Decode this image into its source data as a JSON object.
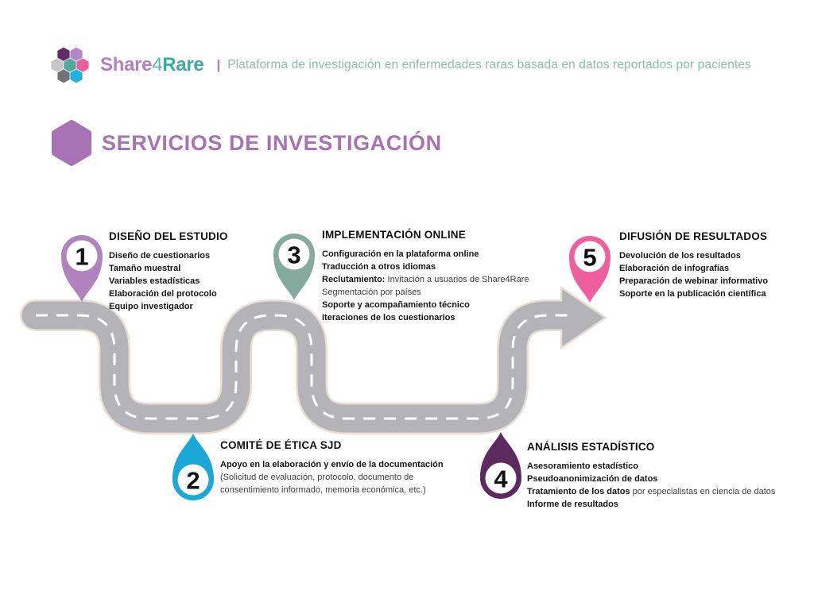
{
  "header": {
    "brand": {
      "share": "Share",
      "four": "4",
      "rare": "Rare"
    },
    "divider": "|",
    "tagline": "Plataforma de investigación en enfermedades raras basada en datos reportados por pacientes"
  },
  "page": {
    "title": "SERVICIOS DE INVESTIGACIÓN"
  },
  "logo": {
    "hexagons": [
      "#5e2d66",
      "#b287c7",
      "#c8c5c9",
      "#53a89b",
      "#ea5f9e",
      "#747077",
      "#25b2d9"
    ],
    "hexagon_names": [
      "dark-purple",
      "light-purple",
      "light-gray",
      "teal",
      "pink",
      "dark-gray",
      "cyan"
    ]
  },
  "colors": {
    "title_hexagon": "#a873b5",
    "page_title": "#a873b5",
    "road_fill": "#b4b3b7",
    "road_outline": "#e7ded4",
    "road_dashes": "#ffffff"
  },
  "steps": [
    {
      "number": "1",
      "color": "#b083bf",
      "direction": "down",
      "title": "DISEÑO DEL ESTUDIO",
      "items": [
        [
          {
            "t": "Diseño de cuestionarios",
            "b": true
          }
        ],
        [
          {
            "t": "Tamaño muestral",
            "b": true
          }
        ],
        [
          {
            "t": "Variables estadísticas",
            "b": true
          }
        ],
        [
          {
            "t": "Elaboración del protocolo",
            "b": true
          }
        ],
        [
          {
            "t": "Equipo investigador",
            "b": true
          }
        ]
      ]
    },
    {
      "number": "2",
      "color": "#1ba8d6",
      "direction": "up",
      "title": "COMITÉ DE ÉTICA SJD",
      "items": [
        [
          {
            "t": "Apoyo en la elaboración y envío de la documentación",
            "b": true
          }
        ],
        [
          {
            "t": "(Solicitud de evaluación, protocolo, documento de consentimiento informado, memoria económica, etc.)",
            "b": false
          }
        ]
      ]
    },
    {
      "number": "3",
      "color": "#85aa9e",
      "direction": "down",
      "title": "IMPLEMENTACIÓN ONLINE",
      "items": [
        [
          {
            "t": "Configuración en la plataforma online",
            "b": true
          }
        ],
        [
          {
            "t": "Traducción a otros idiomas",
            "b": true
          }
        ],
        [
          {
            "t": "Reclutamiento:",
            "b": true
          },
          {
            "t": " Invitación a usuarios de Share4Rare",
            "b": false
          }
        ],
        [
          {
            "t": "Segmentación por países",
            "b": false
          }
        ],
        [
          {
            "t": "Soporte y acompañamiento técnico",
            "b": true
          }
        ],
        [
          {
            "t": "Iteraciones de los cuestionarios",
            "b": true
          }
        ]
      ]
    },
    {
      "number": "4",
      "color": "#5d2a5f",
      "direction": "up",
      "title": "ANÁLISIS ESTADÍSTICO",
      "items": [
        [
          {
            "t": "Asesoramiento estadístico",
            "b": true
          }
        ],
        [
          {
            "t": "Pseudoanonimización de datos",
            "b": true
          }
        ],
        [
          {
            "t": "Tratamiento de los datos",
            "b": true
          },
          {
            "t": " por especialistas en ciencia de datos",
            "b": false
          }
        ],
        [
          {
            "t": "Informe de resultados",
            "b": true
          }
        ]
      ]
    },
    {
      "number": "5",
      "color": "#ef5f9d",
      "direction": "down",
      "title": "DIFUSIÓN DE RESULTADOS",
      "items": [
        [
          {
            "t": "Devolución de los resultados",
            "b": true
          }
        ],
        [
          {
            "t": "Elaboración de infografías",
            "b": true
          }
        ],
        [
          {
            "t": "Preparación de webinar informativo",
            "b": true
          }
        ],
        [
          {
            "t": "Soporte en la publicación científica",
            "b": true
          }
        ]
      ]
    }
  ]
}
